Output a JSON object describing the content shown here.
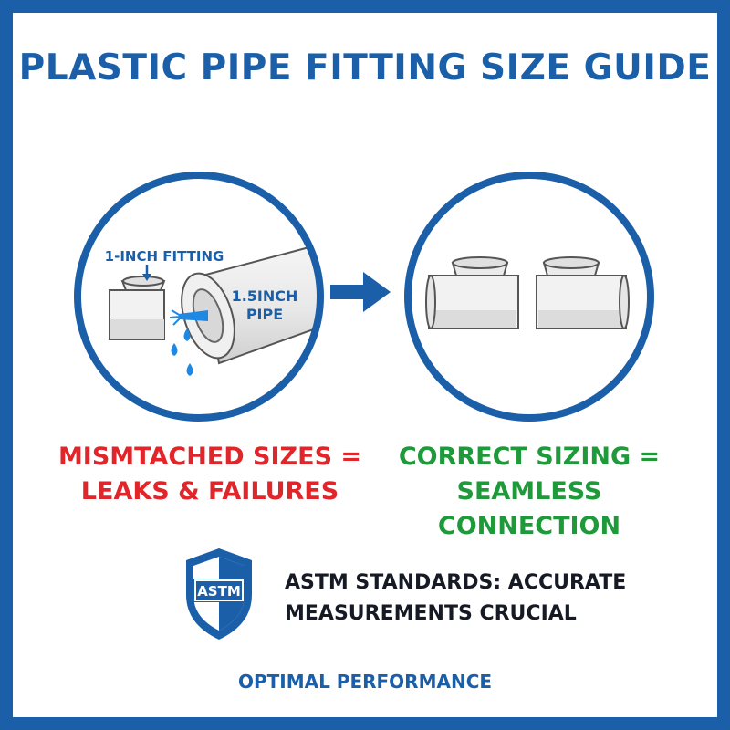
{
  "title": "PLASTIC PIPE FITTING SIZE GUIDE",
  "left_panel": {
    "fitting_label": "1-INCH FITTING",
    "pipe_label_line1": "1.5INCH",
    "pipe_label_line2": "PIPE"
  },
  "captions": {
    "mismatch_line1": "MISMTACHED SIZES =",
    "mismatch_line2": "LEAKS & FAILURES",
    "correct_line1": "CORRECT SIZING =",
    "correct_line2": "SEAMLESS CONNECTION"
  },
  "standards": {
    "badge_text": "ASTM",
    "line1": "ASTM STANDARDS: ACCURATE",
    "line2": "MEASUREMENTS CRUCIAL"
  },
  "footer": "OPTIMAL PERFORMANCE",
  "colors": {
    "brand_blue": "#1a5fa8",
    "error_red": "#e0262b",
    "success_green": "#1f9a3a",
    "water_blue": "#1e88e5"
  },
  "icons": [
    "arrow-right-icon",
    "water-drop-icon",
    "shield-badge-icon"
  ]
}
